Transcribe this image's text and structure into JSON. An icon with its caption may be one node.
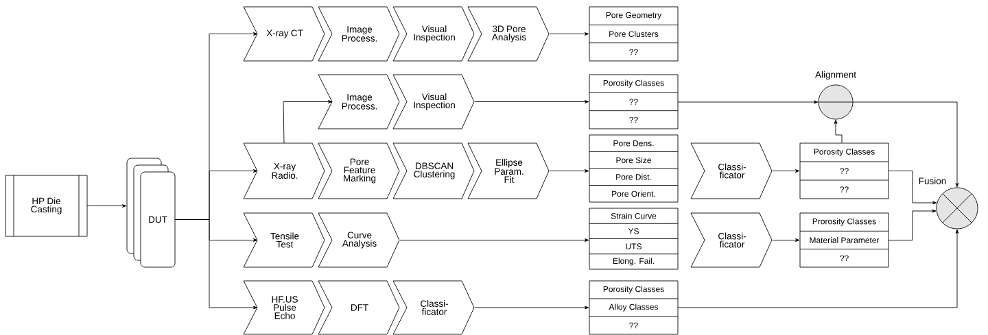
{
  "diagram": {
    "nodes": [
      {
        "text": [
          "HP Die Casting"
        ]
      },
      {
        "text": [
          "DUT"
        ]
      },
      {
        "text": [
          "X-ray CT"
        ]
      },
      {
        "text": [
          "Image Process."
        ]
      },
      {
        "text": [
          "Visual Inspection"
        ]
      },
      {
        "text": [
          "3D Pore Analysis"
        ]
      },
      {
        "text": [
          "Pore Geometry",
          "Pore Clusters",
          "??"
        ]
      },
      {
        "text": [
          "Image Process."
        ]
      },
      {
        "text": [
          "Visual Inspection"
        ]
      },
      {
        "text": [
          "Porosity Classes",
          "??",
          "??"
        ]
      },
      {
        "text": [
          "Alignment"
        ]
      },
      {
        "text": [
          "X-ray Radio."
        ]
      },
      {
        "text": [
          "Pore Feature Marking"
        ]
      },
      {
        "text": [
          "DBSCAN Clustering"
        ]
      },
      {
        "text": [
          "Ellipse Param. Fit"
        ]
      },
      {
        "text": [
          "Pore Dens.",
          "Pore Size",
          "Pore Dist.",
          "Pore Orient."
        ]
      },
      {
        "text": [
          "Classi- ficator"
        ]
      },
      {
        "text": [
          "Porosity Classes",
          "??",
          "??"
        ]
      },
      {
        "text": [
          "Fusion"
        ]
      },
      {
        "text": [
          "Tensile Test"
        ]
      },
      {
        "text": [
          "Curve Analysis"
        ]
      },
      {
        "text": [
          "Strain Curve",
          "YS",
          "UTS",
          "Elong. Fail."
        ]
      },
      {
        "text": [
          "Classi- ficator"
        ]
      },
      {
        "text": [
          "Prorosity Classes",
          "Material Parameter",
          "??"
        ]
      },
      {
        "text": [
          "HF.US Pulse Echo"
        ]
      },
      {
        "text": [
          "DFT"
        ]
      },
      {
        "text": [
          "Classi- ficator"
        ]
      },
      {
        "text": [
          "Porosity Classes",
          "Alloy Classes",
          "??"
        ]
      }
    ],
    "edges": [
      {
        "from": 0,
        "to": 1,
        "arrow": "to"
      },
      {
        "from": 1,
        "to": 2,
        "arrow": "to"
      },
      {
        "from": 1,
        "to": 11,
        "arrow": "to"
      },
      {
        "from": 1,
        "to": 19,
        "arrow": "to"
      },
      {
        "from": 1,
        "to": 24,
        "arrow": "to"
      },
      {
        "from": 11,
        "to": 7,
        "arrow": "to"
      },
      {
        "from": 5,
        "to": 6,
        "arrow": "to"
      },
      {
        "from": 8,
        "to": 9,
        "arrow": "to"
      },
      {
        "from": 14,
        "to": 15,
        "arrow": "to"
      },
      {
        "from": 20,
        "to": 21,
        "arrow": "to"
      },
      {
        "from": 26,
        "to": 27,
        "arrow": "to"
      },
      {
        "from": 9,
        "to": 10,
        "arrow": "to"
      },
      {
        "from": 16,
        "to": 17,
        "arrow": "to"
      },
      {
        "from": 22,
        "to": 23,
        "arrow": "to"
      },
      {
        "from": 17,
        "to": 10,
        "arrow": "to"
      },
      {
        "from": 10,
        "to": 18,
        "arrow": "to"
      },
      {
        "from": 17,
        "to": 18,
        "arrow": "to"
      },
      {
        "from": 23,
        "to": 18,
        "arrow": "to"
      },
      {
        "from": 27,
        "to": 18,
        "arrow": "to"
      }
    ]
  }
}
